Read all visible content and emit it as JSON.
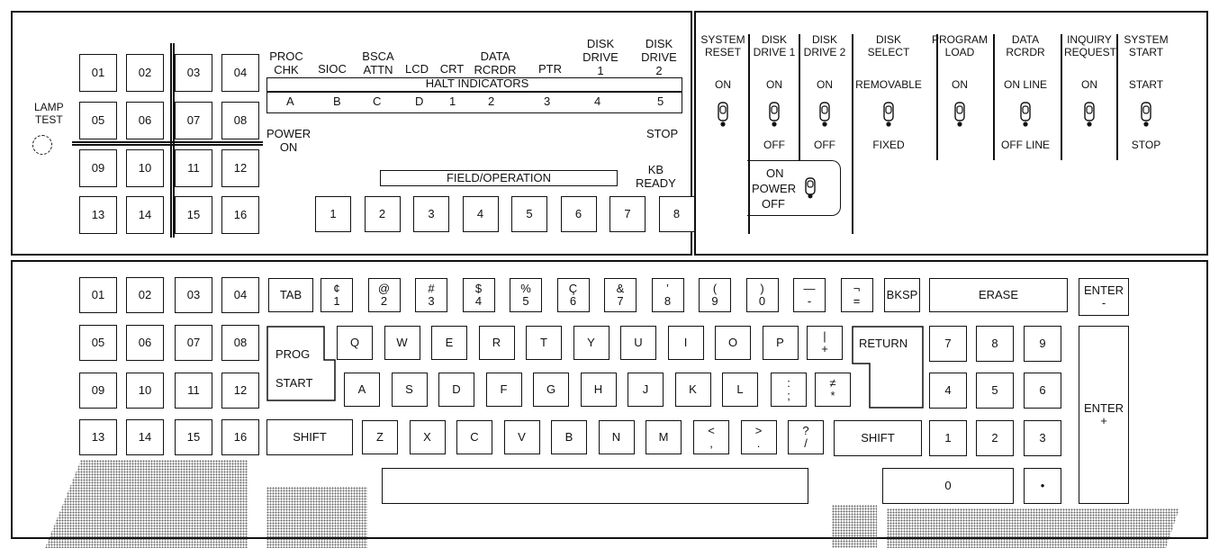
{
  "upper_left": {
    "lamp_test_label": "LAMP\nTEST",
    "lamp_keys": [
      "01",
      "02",
      "03",
      "04",
      "05",
      "06",
      "07",
      "08",
      "09",
      "10",
      "11",
      "12",
      "13",
      "14",
      "15",
      "16"
    ],
    "indicator_headers": [
      "PROC\nCHK",
      "SIOC",
      "BSCA\nATTN",
      "LCD",
      "CRT",
      "DATA\nRCRDR",
      "PTR",
      "DISK\nDRIVE\n1",
      "DISK\nDRIVE\n2"
    ],
    "halt_title": "HALT INDICATORS",
    "halt_cells": [
      "A",
      "B",
      "C",
      "D",
      "1",
      "2",
      "3",
      "4",
      "5"
    ],
    "power_on": "POWER\nON",
    "stop": "STOP",
    "field_operation": "FIELD/OPERATION",
    "kb_ready": "KB\nREADY",
    "field_keys": [
      "1",
      "2",
      "3",
      "4",
      "5",
      "6",
      "7",
      "8"
    ]
  },
  "upper_right": {
    "switches": [
      {
        "title": "SYSTEM\nRESET",
        "top": "ON",
        "bottom": ""
      },
      {
        "title": "DISK\nDRIVE 1",
        "top": "ON",
        "bottom": "OFF"
      },
      {
        "title": "DISK\nDRIVE 2",
        "top": "ON",
        "bottom": "OFF"
      },
      {
        "title": "DISK\nSELECT",
        "top": "REMOVABLE",
        "bottom": "FIXED"
      },
      {
        "title": "PROGRAM\nLOAD",
        "top": "ON",
        "bottom": ""
      },
      {
        "title": "DATA\nRCRDR",
        "top": "ON LINE",
        "bottom": "OFF LINE"
      },
      {
        "title": "INQUIRY\nREQUEST",
        "top": "ON",
        "bottom": ""
      },
      {
        "title": "SYSTEM\nSTART",
        "top": "START",
        "bottom": "STOP"
      }
    ],
    "power_top": "ON",
    "power_mid": "POWER",
    "power_bot": "OFF"
  },
  "keyboard": {
    "fkeys": [
      "01",
      "02",
      "03",
      "04",
      "05",
      "06",
      "07",
      "08",
      "09",
      "10",
      "11",
      "12",
      "13",
      "14",
      "15",
      "16"
    ],
    "tab": "TAB",
    "row1": [
      {
        "t": "¢",
        "b": "1"
      },
      {
        "t": "@",
        "b": "2"
      },
      {
        "t": "#",
        "b": "3"
      },
      {
        "t": "$",
        "b": "4"
      },
      {
        "t": "%",
        "b": "5"
      },
      {
        "t": "Ç",
        "b": "6"
      },
      {
        "t": "&",
        "b": "7"
      },
      {
        "t": "’",
        "b": "8"
      },
      {
        "t": "(",
        "b": "9"
      },
      {
        "t": ")",
        "b": "0"
      },
      {
        "t": "—",
        "b": "-"
      },
      {
        "t": "¬",
        "b": "="
      }
    ],
    "bksp": "BKSP",
    "erase": "ERASE",
    "enter_minus": "ENTER\n-",
    "prog": "PROG",
    "start": "START",
    "row2": [
      "Q",
      "W",
      "E",
      "R",
      "T",
      "Y",
      "U",
      "I",
      "O",
      "P"
    ],
    "row2_extra": {
      "t": "|",
      "b": "+"
    },
    "return": "RETURN",
    "row3": [
      "A",
      "S",
      "D",
      "F",
      "G",
      "H",
      "J",
      "K",
      "L"
    ],
    "row3_semicolon": {
      "t": ":",
      "b": ";"
    },
    "row3_extra": {
      "t": "≠",
      "b": "*"
    },
    "shift": "SHIFT",
    "row4": [
      "Z",
      "X",
      "C",
      "V",
      "B",
      "N",
      "M"
    ],
    "row4_extra": [
      {
        "t": "<",
        "b": ","
      },
      {
        "t": ">",
        "b": "."
      },
      {
        "t": "?",
        "b": "/"
      }
    ],
    "shift_right": "SHIFT",
    "numpad": [
      "7",
      "8",
      "9",
      "4",
      "5",
      "6",
      "1",
      "2",
      "3"
    ],
    "zero": "0",
    "dot": "•",
    "enter_plus": "ENTER\n+"
  }
}
